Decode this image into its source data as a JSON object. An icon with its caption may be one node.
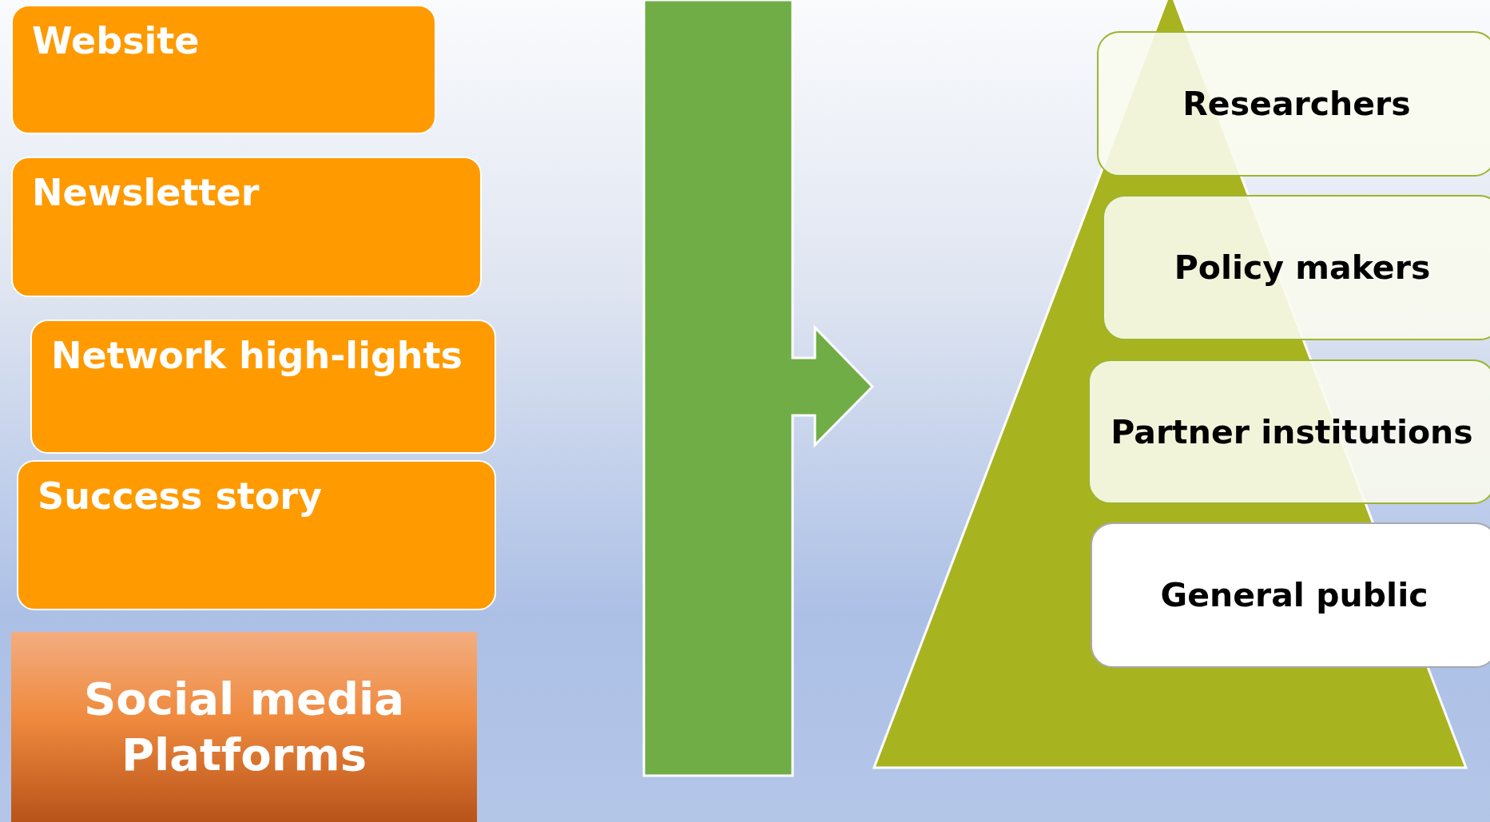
{
  "diagram": {
    "nodes": [
      {
        "text": [
          "Website"
        ]
      },
      {
        "text": [
          "Newsletter"
        ]
      },
      {
        "text": [
          "Network high-lights"
        ]
      },
      {
        "text": [
          "Success story"
        ]
      },
      {
        "text": [
          "Social media Platforms"
        ]
      },
      {
        "text": [],
        "shape": "triangle"
      },
      {
        "text": [
          "Researchers"
        ]
      },
      {
        "text": [
          "Policy makers"
        ]
      },
      {
        "text": [
          "Partner institutions"
        ]
      },
      {
        "text": [
          "General public"
        ]
      }
    ],
    "edges": [
      {
        "from": 0,
        "to": 5,
        "arrow": "to"
      },
      {
        "from": 1,
        "to": 5,
        "arrow": "to"
      },
      {
        "from": 2,
        "to": 5,
        "arrow": "to"
      },
      {
        "from": 3,
        "to": 5,
        "arrow": "to"
      },
      {
        "from": 4,
        "to": 5,
        "arrow": "to"
      }
    ]
  }
}
